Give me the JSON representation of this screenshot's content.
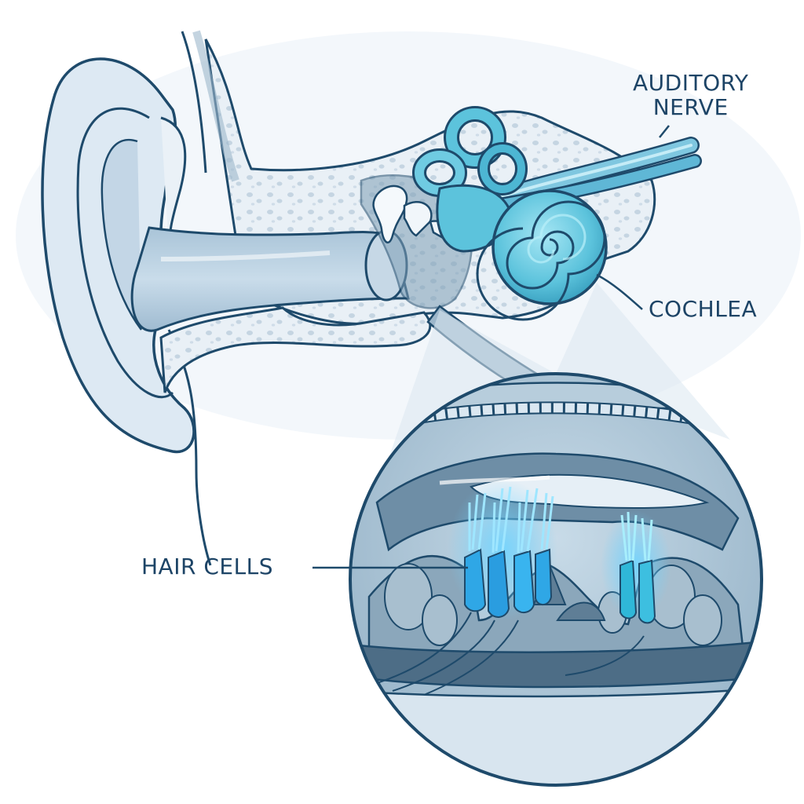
{
  "labels": {
    "auditory_nerve_line1": "AUDITORY",
    "auditory_nerve_line2": "NERVE",
    "cochlea": "COCHLEA",
    "hair_cells": "HAIR CELLS"
  },
  "colors": {
    "outline": "#1e4a6b",
    "ear_skin": "#dde9f3",
    "ear_shadow": "#b9cfe0",
    "bone": "#eaf1f7",
    "cochlea": "#5cc3dc",
    "cochlea_dark": "#2c93b5",
    "hair_cell_glow": "#2fb7ff",
    "label_text": "#1d4466"
  }
}
